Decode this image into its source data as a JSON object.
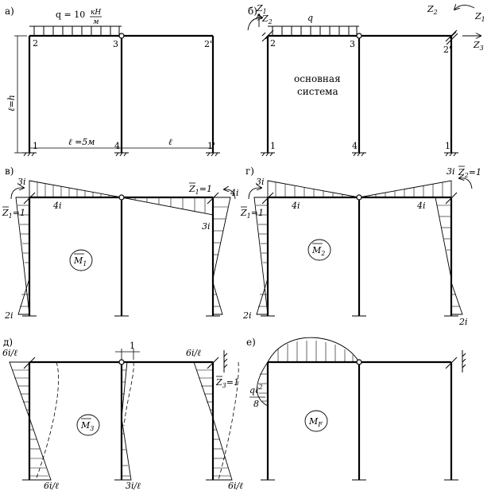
{
  "panels": {
    "a": {
      "label": "а)",
      "load": "q = 10",
      "load_unit_num": "кН",
      "load_unit_den": "м",
      "nodes": [
        "1",
        "2",
        "3",
        "4",
        "2'",
        "1'"
      ],
      "height": "ℓ=h",
      "span1": "ℓ =5м",
      "span2": "ℓ"
    },
    "b": {
      "label": "б)",
      "z1": "Z",
      "z1_sub": "1",
      "z2": "Z",
      "z2_sub": "2",
      "q": "q",
      "z2r": "Z",
      "z2r_sub": "2",
      "z1r": "Z",
      "z1r_sub": "1",
      "z3": "Z",
      "z3_sub": "3",
      "nodes": [
        "1",
        "2",
        "3",
        "4",
        "2'",
        "1'"
      ],
      "basic1": "основная",
      "basic2": "система"
    },
    "v": {
      "label": "в)",
      "v_3i_top": "3i",
      "v_4i": "4i",
      "v_2i": "2i",
      "v_3i_right": "3i",
      "v_4i_right": "4i",
      "z1bar": "Z",
      "z1bar_sub": "1",
      "z1bar_eq": "=1",
      "z1bar_r": "Z",
      "z1bar_r_sub": "1",
      "z1bar_r_eq": "=1",
      "m": "M",
      "m_sub": "1"
    },
    "g": {
      "label": "г)",
      "v_3i_left": "3i",
      "v_4i_left": "4i",
      "v_2i_left": "2i",
      "v_3i_right": "3i",
      "v_4i_right": "4i",
      "v_2i_right": "2i",
      "z1bar": "Z",
      "z1bar_sub": "1",
      "z1bar_eq": "=1",
      "z2bar": "Z",
      "z2bar_sub": "2",
      "z2bar_eq": "=1",
      "m": "M",
      "m_sub": "2"
    },
    "d": {
      "label": "д)",
      "v_6il_tl": "6i/ℓ",
      "v_6il_bl": "6i/ℓ",
      "v_3il": "3i/ℓ",
      "v_6il_tr": "6i/ℓ",
      "v_6il_br": "6i/ℓ",
      "one": "1",
      "z3bar": "Z",
      "z3bar_sub": "3",
      "z3bar_eq": "=1",
      "m": "M",
      "m_sub": "3"
    },
    "e": {
      "label": "е)",
      "ql": "qℓ",
      "ql_sup": "2",
      "eight": "8",
      "m": "M",
      "m_sub": "F"
    }
  },
  "colors": {
    "ink": "#000000",
    "background": "#ffffff"
  }
}
